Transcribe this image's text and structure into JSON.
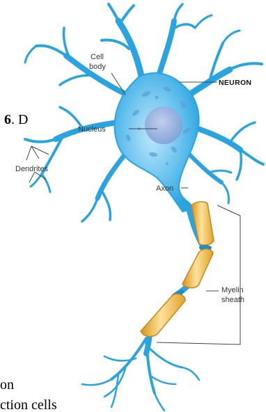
{
  "question": {
    "number": "6",
    "separator": ". ",
    "option_letter": "D"
  },
  "labels": {
    "neuron": "NEURON",
    "cell_body_line1": "Cell",
    "cell_body_line2": "body",
    "nucleus": "Nucleus",
    "dendrites": "Dendrites",
    "axon": "Axon",
    "myelin_line1": "Myelin",
    "myelin_line2": "sheath"
  },
  "bottom_text": {
    "line1": "on",
    "line2": "ction cells"
  },
  "colors": {
    "neuron_body": "#29a4e0",
    "neuron_light": "#7fd0f5",
    "nucleus": "#6f9fd6",
    "myelin": "#f2b632",
    "myelin_highlight": "#fde29a",
    "node": "#1a8fc9",
    "leader_line": "#444444"
  }
}
